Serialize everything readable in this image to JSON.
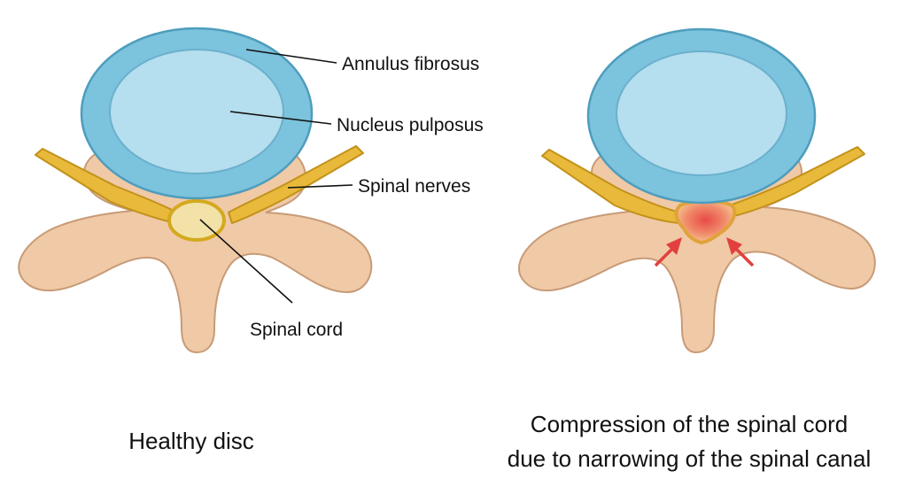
{
  "labels": {
    "annulus": "Annulus fibrosus",
    "nucleus": "Nucleus pulposus",
    "nerves": "Spinal nerves",
    "cord": "Spinal cord"
  },
  "captions": {
    "left": "Healthy disc",
    "right_line1": "Compression of the spinal cord",
    "right_line2": "due to narrowing of the spinal canal"
  },
  "colors": {
    "annulus": "#7cc3dd",
    "nucleus": "#b5deee",
    "bone": "#f0c9a6",
    "nerve": "#e8b93b",
    "cord": "#f2e2a8",
    "compression": "#e2403e"
  }
}
